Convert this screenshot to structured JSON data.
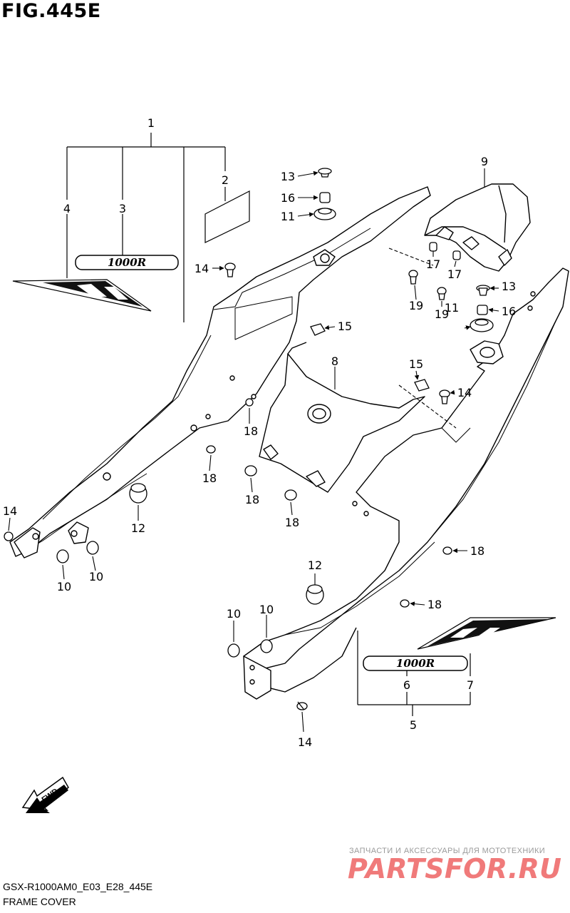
{
  "header": {
    "figure_title": "FIG.445E"
  },
  "footer": {
    "drawing_code": "GSX-R1000AM0_E03_E28_445E",
    "assembly_name": "FRAME COVER"
  },
  "watermark": {
    "tagline": "ЗАПЧАСТИ И АКСЕССУАРЫ ДЛЯ МОТОТЕХНИКИ",
    "logo_text": "PARTSFOR.RU"
  },
  "decals": {
    "emblem_text": "1000R"
  },
  "fwd_label": "FWD",
  "callouts": [
    {
      "id": "c1",
      "label": "1"
    },
    {
      "id": "c2",
      "label": "2"
    },
    {
      "id": "c3",
      "label": "3"
    },
    {
      "id": "c4",
      "label": "4"
    },
    {
      "id": "c5",
      "label": "5"
    },
    {
      "id": "c6",
      "label": "6"
    },
    {
      "id": "c7",
      "label": "7"
    },
    {
      "id": "c8",
      "label": "8"
    },
    {
      "id": "c9",
      "label": "9"
    },
    {
      "id": "c10a",
      "label": "10"
    },
    {
      "id": "c10b",
      "label": "10"
    },
    {
      "id": "c10c",
      "label": "10"
    },
    {
      "id": "c10d",
      "label": "10"
    },
    {
      "id": "c11a",
      "label": "11"
    },
    {
      "id": "c11b",
      "label": "11"
    },
    {
      "id": "c12a",
      "label": "12"
    },
    {
      "id": "c12b",
      "label": "12"
    },
    {
      "id": "c13a",
      "label": "13"
    },
    {
      "id": "c13b",
      "label": "13"
    },
    {
      "id": "c14a",
      "label": "14"
    },
    {
      "id": "c14b",
      "label": "14"
    },
    {
      "id": "c14c",
      "label": "14"
    },
    {
      "id": "c14d",
      "label": "14"
    },
    {
      "id": "c15a",
      "label": "15"
    },
    {
      "id": "c15b",
      "label": "15"
    },
    {
      "id": "c16a",
      "label": "16"
    },
    {
      "id": "c16b",
      "label": "16"
    },
    {
      "id": "c17a",
      "label": "17"
    },
    {
      "id": "c17b",
      "label": "17"
    },
    {
      "id": "c18a",
      "label": "18"
    },
    {
      "id": "c18b",
      "label": "18"
    },
    {
      "id": "c18c",
      "label": "18"
    },
    {
      "id": "c18d",
      "label": "18"
    },
    {
      "id": "c18e",
      "label": "18"
    },
    {
      "id": "c18f",
      "label": "18"
    },
    {
      "id": "c19a",
      "label": "19"
    },
    {
      "id": "c19b",
      "label": "19"
    }
  ]
}
